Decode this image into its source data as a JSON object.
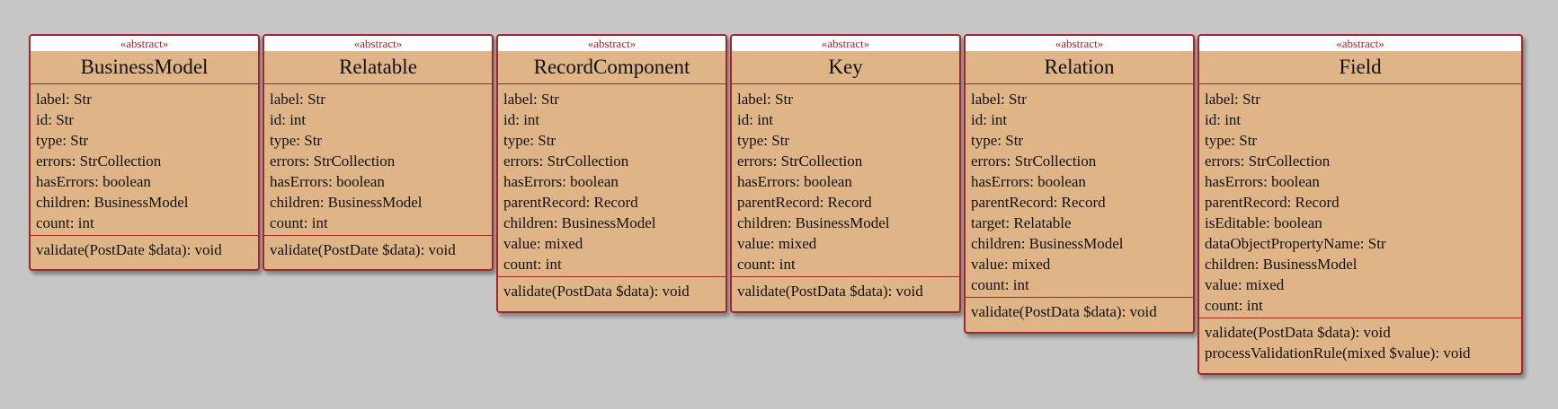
{
  "classes": [
    {
      "id": "business-model",
      "stereotype": "«abstract»",
      "name": "BusinessModel",
      "attributes": [
        "label: Str",
        "id: Str",
        "type: Str",
        "errors: StrCollection",
        "hasErrors: boolean",
        "children: BusinessModel",
        "count: int"
      ],
      "operations": [
        "validate(PostDate $data): void"
      ]
    },
    {
      "id": "relatable",
      "stereotype": "«abstract»",
      "name": "Relatable",
      "attributes": [
        "label: Str",
        "id: int",
        "type: Str",
        "errors: StrCollection",
        "hasErrors: boolean",
        "children: BusinessModel",
        "count: int"
      ],
      "operations": [
        "validate(PostDate $data): void"
      ]
    },
    {
      "id": "record-component",
      "stereotype": "«abstract»",
      "name": "RecordComponent",
      "attributes": [
        "label: Str",
        "id: int",
        "type: Str",
        "errors: StrCollection",
        "hasErrors: boolean",
        "parentRecord: Record",
        "children: BusinessModel",
        "value: mixed",
        "count: int"
      ],
      "operations": [
        "validate(PostData $data): void"
      ]
    },
    {
      "id": "key",
      "stereotype": "«abstract»",
      "name": "Key",
      "attributes": [
        "label: Str",
        "id: int",
        "type: Str",
        "errors: StrCollection",
        "hasErrors: boolean",
        "parentRecord: Record",
        "children: BusinessModel",
        "value: mixed",
        "count: int"
      ],
      "operations": [
        "validate(PostData $data): void"
      ]
    },
    {
      "id": "relation",
      "stereotype": "«abstract»",
      "name": "Relation",
      "attributes": [
        "label: Str",
        "id: int",
        "type: Str",
        "errors: StrCollection",
        "hasErrors: boolean",
        "parentRecord: Record",
        "target: Relatable",
        "children: BusinessModel",
        "value: mixed",
        "count: int"
      ],
      "operations": [
        "validate(PostData $data): void"
      ]
    },
    {
      "id": "field",
      "stereotype": "«abstract»",
      "name": "Field",
      "attributes": [
        "label: Str",
        "id: int",
        "type: Str",
        "errors: StrCollection",
        "hasErrors: boolean",
        "parentRecord: Record",
        "isEditable: boolean",
        "dataObjectPropertyName: Str",
        "children: BusinessModel",
        "value: mixed",
        "count: int"
      ],
      "operations": [
        "validate(PostData $data): void",
        "processValidationRule(mixed $value): void"
      ]
    }
  ]
}
